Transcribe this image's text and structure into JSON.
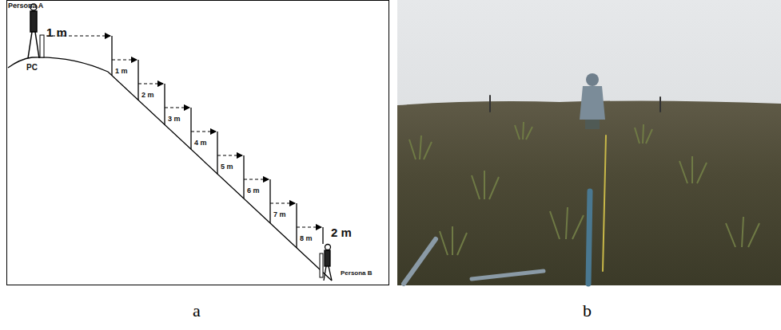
{
  "diagram": {
    "labels": [
      "Persona A",
      "1 m",
      "PC",
      "1 m",
      "2 m",
      "3 m",
      "4 m",
      "5 m",
      "6 m",
      "7 m",
      "8 m",
      "2 m",
      "Persona B",
      "a",
      "b"
    ]
  }
}
